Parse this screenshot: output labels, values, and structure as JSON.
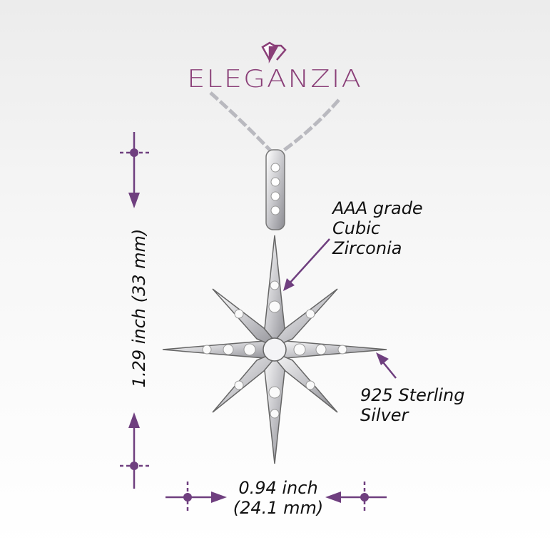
{
  "brand": {
    "name": "ELEGANZIA",
    "color": "#8a3f78"
  },
  "annotations": {
    "stone": [
      "AAA grade",
      "Cubic",
      "Zirconia"
    ],
    "metal": [
      "925 Sterling",
      "Silver"
    ],
    "height": "1.29 inch (33 mm)",
    "width": [
      "0.94 inch",
      "(24.1 mm)"
    ]
  },
  "colors": {
    "arrow": "#6f3f7f",
    "text": "#111111"
  }
}
